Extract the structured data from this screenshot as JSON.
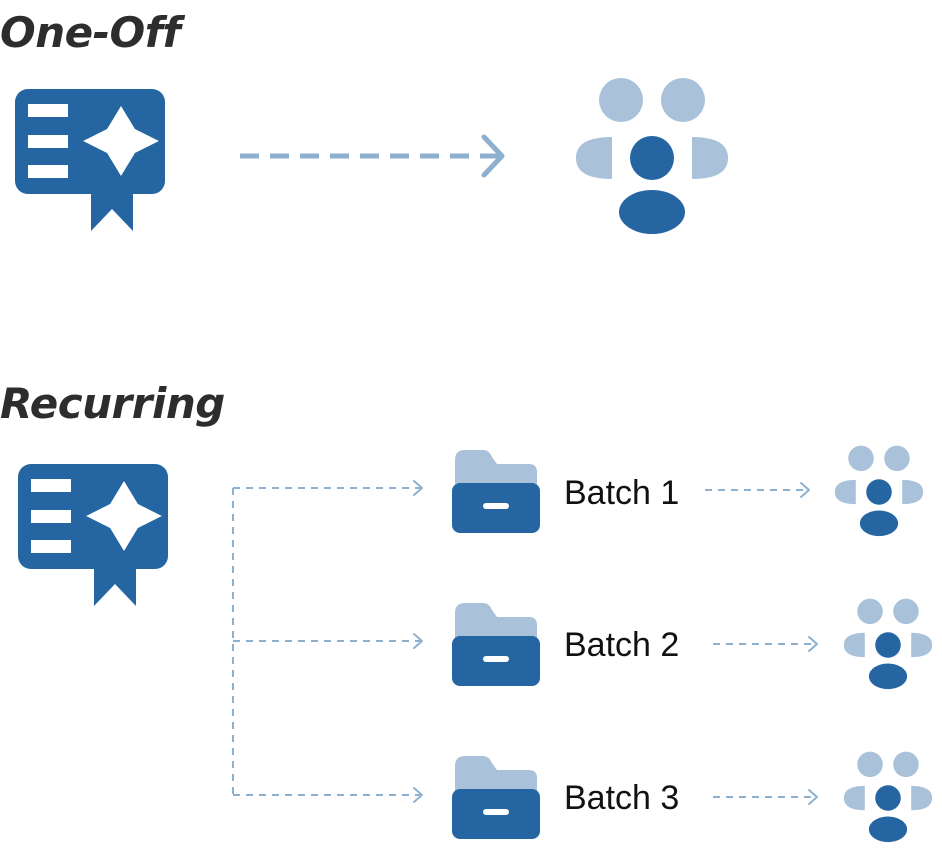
{
  "sections": {
    "one_off": {
      "title": "One-Off"
    },
    "recurring": {
      "title": "Recurring",
      "batches": [
        {
          "label": "Batch 1"
        },
        {
          "label": "Batch 2"
        },
        {
          "label": "Batch 3"
        }
      ]
    }
  },
  "icons": {
    "certificate": "certificate-icon",
    "group": "user-group-icon",
    "folder": "folder-icon",
    "arrow": "dashed-arrow"
  },
  "colors": {
    "primary": "#2566a2",
    "light": "#a9c2da",
    "arrow": "#8eb0cf",
    "text": "#111111"
  }
}
